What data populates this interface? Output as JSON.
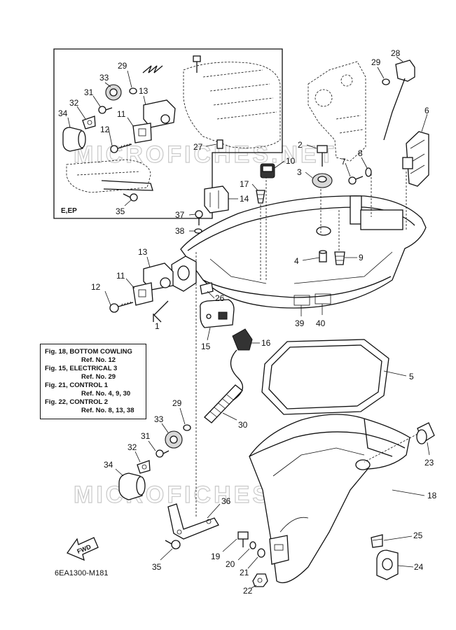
{
  "diagram": {
    "variant_label": "E,EP",
    "figure_code": "6EA1300-M181",
    "watermark": "MICROFICHES.NET",
    "fwd_label": "FWD",
    "references": [
      {
        "fig": "Fig. 18, BOTTOM COWLING",
        "ref": "Ref. No. 12"
      },
      {
        "fig": "Fig. 15, ELECTRICAL 3",
        "ref": "Ref. No. 29"
      },
      {
        "fig": "Fig. 21, CONTROL 1",
        "ref": "Ref. No. 4, 9, 30"
      },
      {
        "fig": "Fig. 22, CONTROL 2",
        "ref": "Ref. No. 8, 13, 38"
      }
    ],
    "callouts": [
      {
        "id": "c29a",
        "label": "29"
      },
      {
        "id": "c33a",
        "label": "33"
      },
      {
        "id": "c31a",
        "label": "31"
      },
      {
        "id": "c13a",
        "label": "13"
      },
      {
        "id": "c32a",
        "label": "32"
      },
      {
        "id": "c34a",
        "label": "34"
      },
      {
        "id": "c11a",
        "label": "11"
      },
      {
        "id": "c12a",
        "label": "12"
      },
      {
        "id": "c27",
        "label": "27"
      },
      {
        "id": "c35a",
        "label": "35"
      },
      {
        "id": "c28",
        "label": "28"
      },
      {
        "id": "c29b",
        "label": "29"
      },
      {
        "id": "c6",
        "label": "6"
      },
      {
        "id": "c2",
        "label": "2"
      },
      {
        "id": "c8",
        "label": "8"
      },
      {
        "id": "c10",
        "label": "10"
      },
      {
        "id": "c7",
        "label": "7"
      },
      {
        "id": "c3",
        "label": "3"
      },
      {
        "id": "c17",
        "label": "17"
      },
      {
        "id": "c14",
        "label": "14"
      },
      {
        "id": "c37",
        "label": "37"
      },
      {
        "id": "c38",
        "label": "38"
      },
      {
        "id": "c4",
        "label": "4"
      },
      {
        "id": "c9",
        "label": "9"
      },
      {
        "id": "c13b",
        "label": "13"
      },
      {
        "id": "c11b",
        "label": "11"
      },
      {
        "id": "c12b",
        "label": "12"
      },
      {
        "id": "c26",
        "label": "26"
      },
      {
        "id": "c1",
        "label": "1"
      },
      {
        "id": "c39",
        "label": "39"
      },
      {
        "id": "c40",
        "label": "40"
      },
      {
        "id": "c16",
        "label": "16"
      },
      {
        "id": "c15",
        "label": "15"
      },
      {
        "id": "c5",
        "label": "5"
      },
      {
        "id": "c29c",
        "label": "29"
      },
      {
        "id": "c30",
        "label": "30"
      },
      {
        "id": "c33b",
        "label": "33"
      },
      {
        "id": "c31b",
        "label": "31"
      },
      {
        "id": "c32b",
        "label": "32"
      },
      {
        "id": "c34b",
        "label": "34"
      },
      {
        "id": "c23",
        "label": "23"
      },
      {
        "id": "c18",
        "label": "18"
      },
      {
        "id": "c36",
        "label": "36"
      },
      {
        "id": "c25",
        "label": "25"
      },
      {
        "id": "c19",
        "label": "19"
      },
      {
        "id": "c20",
        "label": "20"
      },
      {
        "id": "c21",
        "label": "21"
      },
      {
        "id": "c24",
        "label": "24"
      },
      {
        "id": "c35b",
        "label": "35"
      },
      {
        "id": "c22",
        "label": "22"
      }
    ]
  }
}
